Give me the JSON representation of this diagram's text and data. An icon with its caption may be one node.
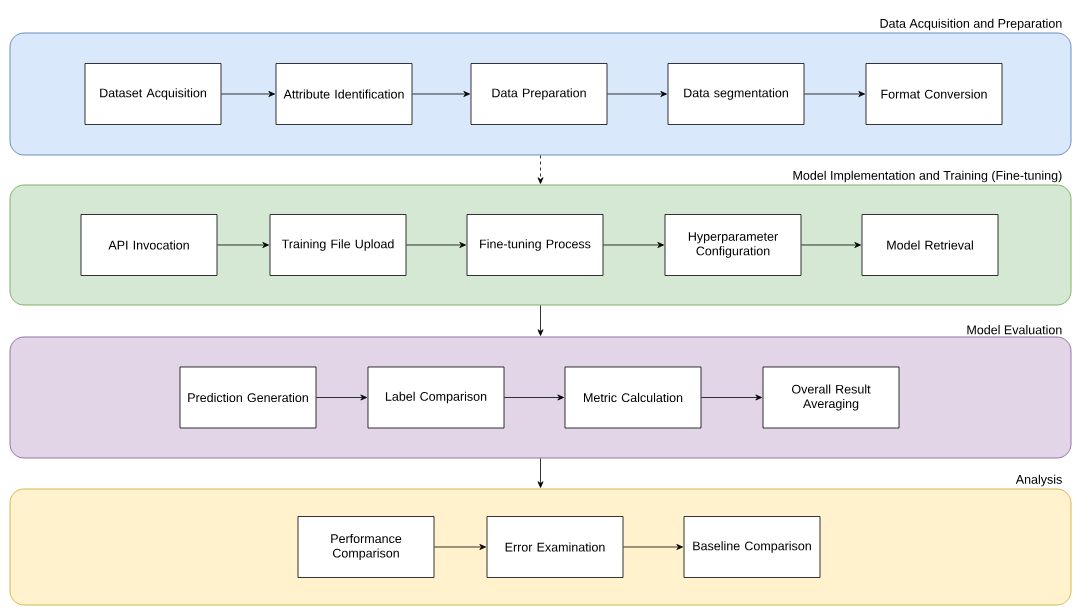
{
  "diagram": {
    "nodes": [
      {
        "text": [
          "Data Acquisition and Preparation"
        ]
      },
      {
        "text": [
          "Dataset Acquisition"
        ],
        "in": 0
      },
      {
        "text": [
          "Attribute Identification"
        ],
        "in": 0
      },
      {
        "text": [
          "Data Preparation"
        ],
        "in": 0
      },
      {
        "text": [
          "Data segmentation"
        ],
        "in": 0
      },
      {
        "text": [
          "Format Conversion"
        ],
        "in": 0
      },
      {
        "text": [
          "Model Implementation and Training (Fine-tuning)"
        ]
      },
      {
        "text": [
          "API Invocation"
        ],
        "in": 6
      },
      {
        "text": [
          "Training File Upload"
        ],
        "in": 6
      },
      {
        "text": [
          "Fine-tuning Process"
        ],
        "in": 6
      },
      {
        "text": [
          "Hyperparameter Configuration"
        ],
        "in": 6
      },
      {
        "text": [
          "Model Retrieval"
        ],
        "in": 6
      },
      {
        "text": [
          "Model Evaluation"
        ]
      },
      {
        "text": [
          "Prediction Generation"
        ],
        "in": 12
      },
      {
        "text": [
          "Label Comparison"
        ],
        "in": 12
      },
      {
        "text": [
          "Metric Calculation"
        ],
        "in": 12
      },
      {
        "text": [
          "Overall Result Averaging"
        ],
        "in": 12
      },
      {
        "text": [
          "Analysis"
        ]
      },
      {
        "text": [
          "Performance Comparison"
        ],
        "in": 17
      },
      {
        "text": [
          "Error Examination"
        ],
        "in": 17
      },
      {
        "text": [
          "Baseline Comparison"
        ],
        "in": 17
      }
    ],
    "edges": [
      {
        "from": 1,
        "to": 2,
        "arrow": "to"
      },
      {
        "from": 2,
        "to": 3,
        "arrow": "to"
      },
      {
        "from": 3,
        "to": 4,
        "arrow": "to"
      },
      {
        "from": 4,
        "to": 5,
        "arrow": "to"
      },
      {
        "from": 0,
        "to": 6,
        "arrow": "to",
        "style": "dashed"
      },
      {
        "from": 7,
        "to": 8,
        "arrow": "to"
      },
      {
        "from": 8,
        "to": 9,
        "arrow": "to"
      },
      {
        "from": 9,
        "to": 10,
        "arrow": "to"
      },
      {
        "from": 10,
        "to": 11,
        "arrow": "to"
      },
      {
        "from": 6,
        "to": 12,
        "arrow": "to"
      },
      {
        "from": 13,
        "to": 14,
        "arrow": "to"
      },
      {
        "from": 14,
        "to": 15,
        "arrow": "to"
      },
      {
        "from": 15,
        "to": 16,
        "arrow": "to"
      },
      {
        "from": 12,
        "to": 17,
        "arrow": "to"
      },
      {
        "from": 18,
        "to": 19,
        "arrow": "to"
      },
      {
        "from": 19,
        "to": 20,
        "arrow": "to"
      }
    ]
  }
}
